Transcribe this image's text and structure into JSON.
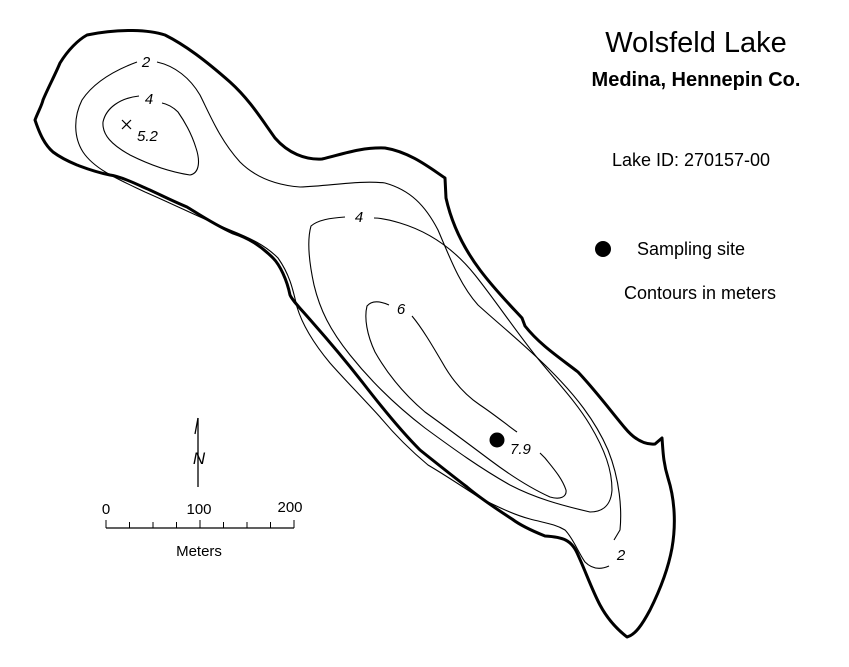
{
  "title": "Wolsfeld Lake",
  "subtitle": "Medina, Hennepin Co.",
  "lake_id": "Lake ID: 270157-00",
  "legend": {
    "sampling_site": "Sampling site",
    "contours_note": "Contours in meters"
  },
  "contour_labels": {
    "nw_2": "2",
    "nw_4": "4",
    "nw_max": "5.2",
    "main_4": "4",
    "main_6": "6",
    "main_max": "7.9",
    "se_2": "2"
  },
  "north_arrow": {
    "label": "N"
  },
  "scale_bar": {
    "ticks": [
      "0",
      "100",
      "200"
    ],
    "unit": "Meters"
  },
  "colors": {
    "ink": "#000000",
    "background": "#ffffff"
  }
}
